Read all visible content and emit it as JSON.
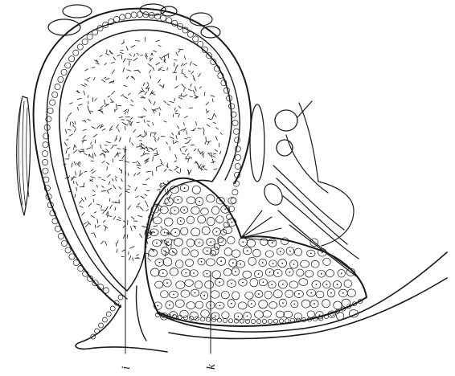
{
  "figure": {
    "labels": [
      {
        "id": "i",
        "text": "i"
      },
      {
        "id": "k",
        "text": "k"
      }
    ],
    "colors": {
      "ink": "#1a1a1a",
      "paper": "#ffffff"
    }
  }
}
